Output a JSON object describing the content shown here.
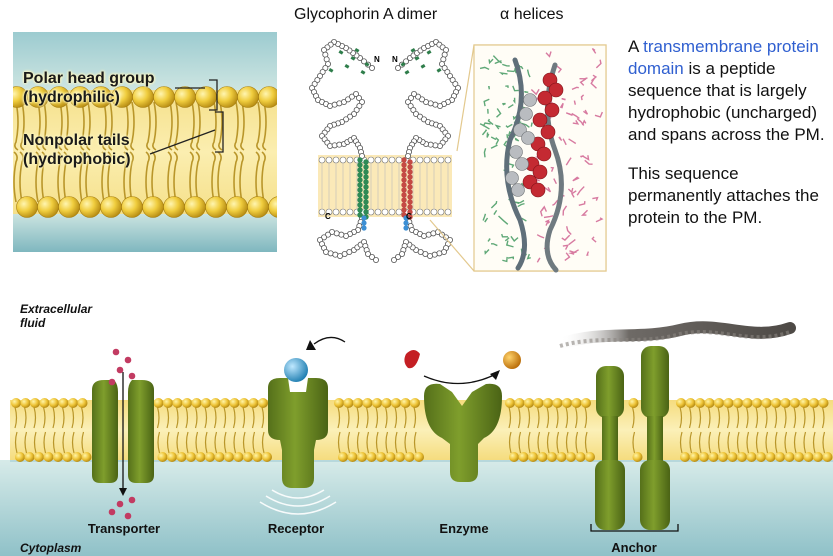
{
  "bilayer_panel": {
    "head_label_line1": "Polar head group",
    "head_label_line2": "(hydrophilic)",
    "tail_label_line1": "Nonpolar tails",
    "tail_label_line2": "(hydrophobic)"
  },
  "glycophorin": {
    "title": "Glycophorin A dimer",
    "n_label": "N",
    "c_label": "C"
  },
  "helix": {
    "title": "α helices"
  },
  "explanation": {
    "p1_prefix": "A ",
    "p1_highlight": "transmembrane protein domain",
    "p1_suffix": " is a peptide sequence that is largely hydrophobic (uncharged) and spans across the PM.",
    "p2": "This sequence permanently attaches the protein to the PM.",
    "highlight_color": "#2f5fd0"
  },
  "membrane_diagram": {
    "extracellular_line1": "Extracellular",
    "extracellular_line2": "fluid",
    "cytoplasm": "Cytoplasm",
    "proteins": [
      "Transporter",
      "Receptor",
      "Enzyme",
      "Anchor"
    ]
  },
  "colors": {
    "head_yellow": "#e8c53a",
    "protein_green": "#6b8a22",
    "fluid_blue": "#a8cfd6"
  }
}
